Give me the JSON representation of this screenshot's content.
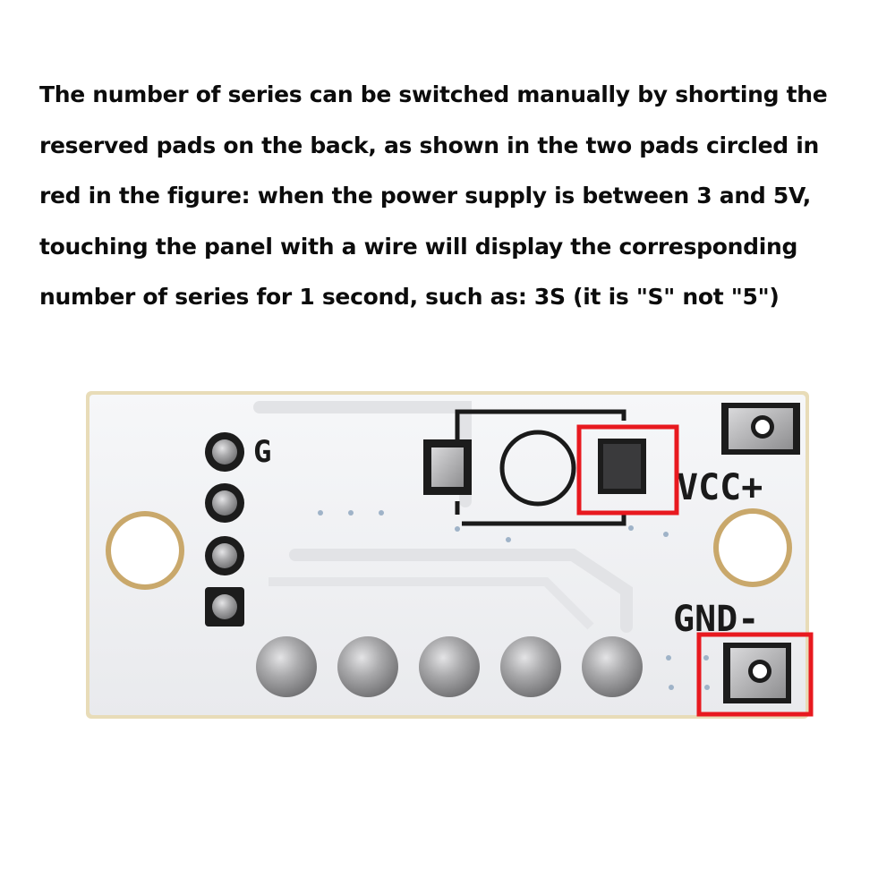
{
  "caption": {
    "lines": [
      "The number of series can be switched manually by shorting the",
      "reserved pads on the back, as shown in the two pads circled in",
      "red in the figure: when the power supply is between 3 and 5V,",
      "touching the panel with a wire will display the corresponding",
      "number of series for 1 second, such as: 3S (it is \"S\" not \"5\")"
    ]
  },
  "board": {
    "label_g": "G",
    "label_vcc": "VCC+",
    "label_gnd": "GND-"
  },
  "colors": {
    "highlight": "#e8191f",
    "board": "#f2f3f5",
    "silkscreen": "#1a1a1a",
    "pad": "#a9a9ab"
  }
}
